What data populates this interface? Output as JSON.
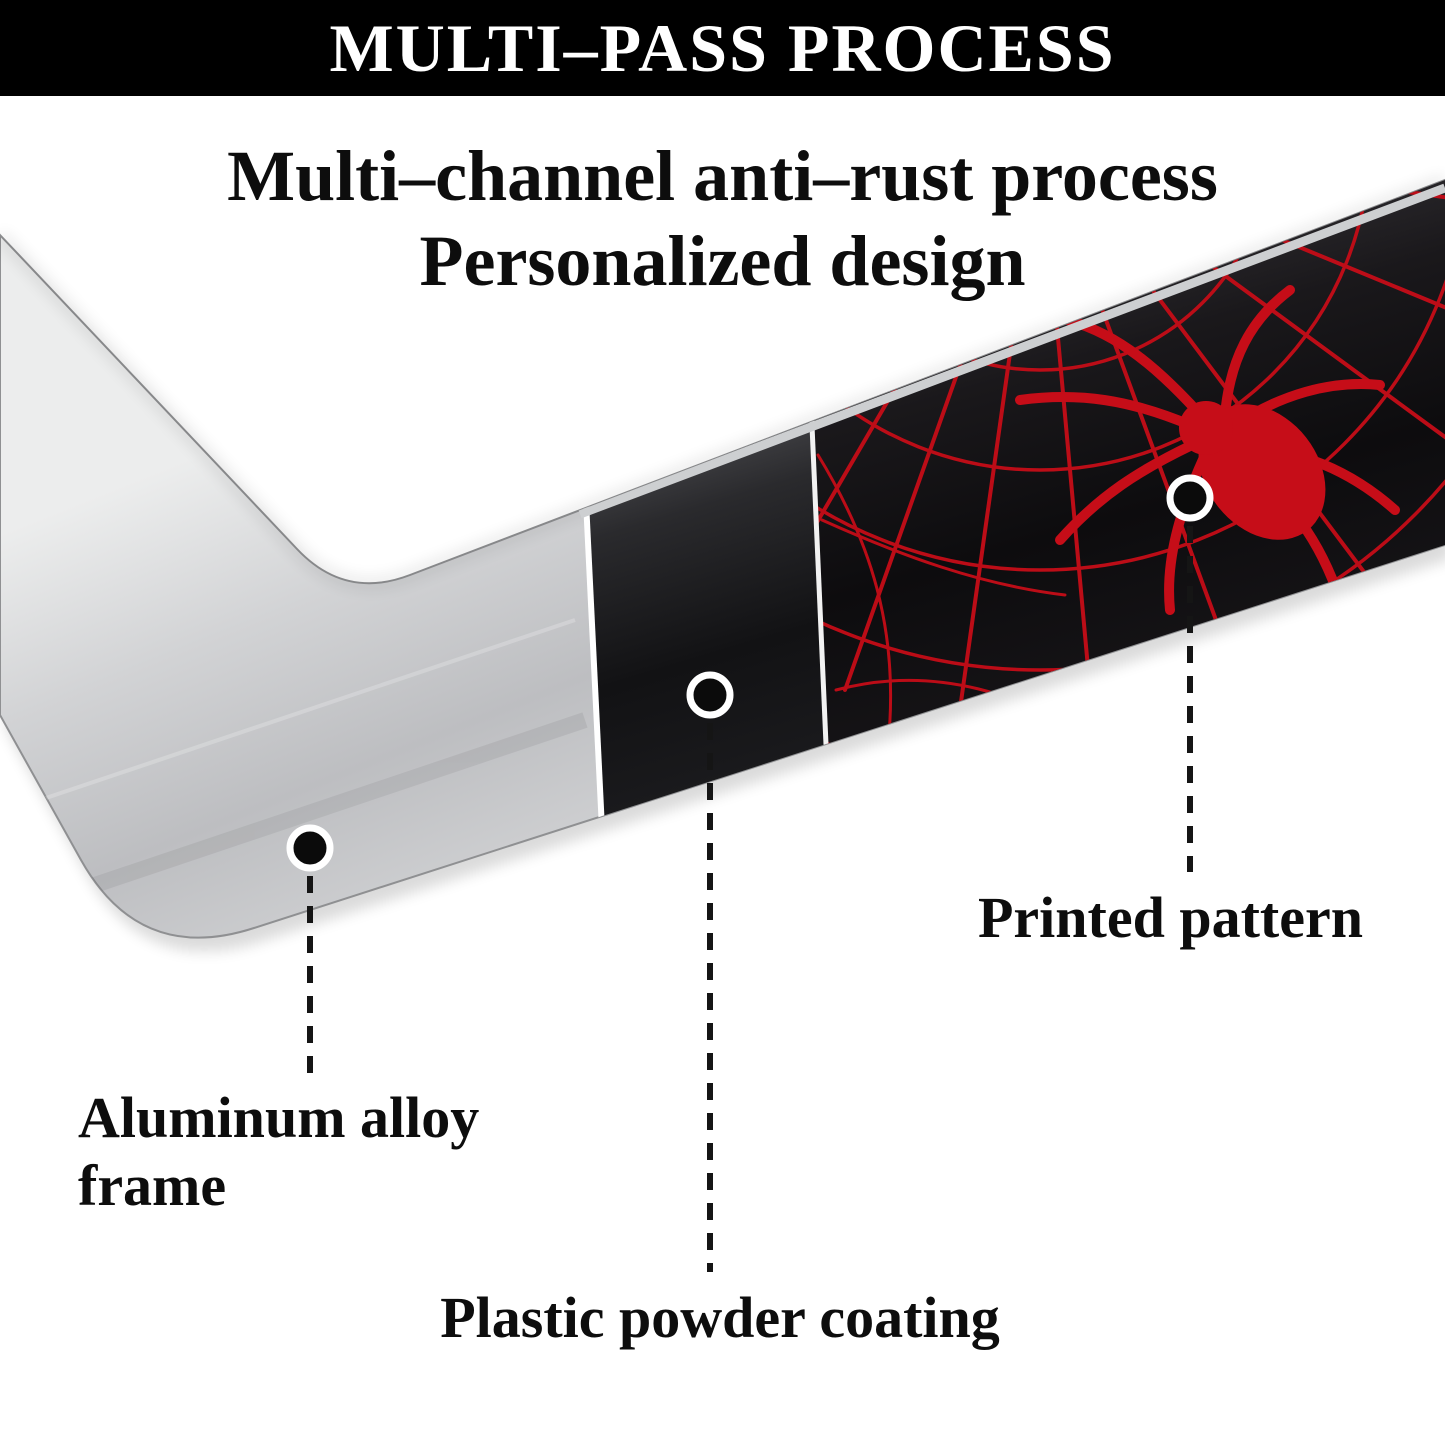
{
  "title_bar": {
    "text": "MULTI–PASS PROCESS"
  },
  "headline": {
    "line1": "Multi–channel anti–rust process",
    "line2": "Personalized design"
  },
  "callouts": {
    "aluminum": {
      "label": "Aluminum alloy frame"
    },
    "coating": {
      "label": "Plastic powder coating"
    },
    "printed": {
      "label": "Printed pattern"
    }
  },
  "colors": {
    "web_red": "#c60d18",
    "metal_light": "#eceded",
    "metal_dark": "#9fa1a3",
    "coating_black": "#121214",
    "title_bg": "#000000",
    "title_fg": "#ffffff"
  }
}
